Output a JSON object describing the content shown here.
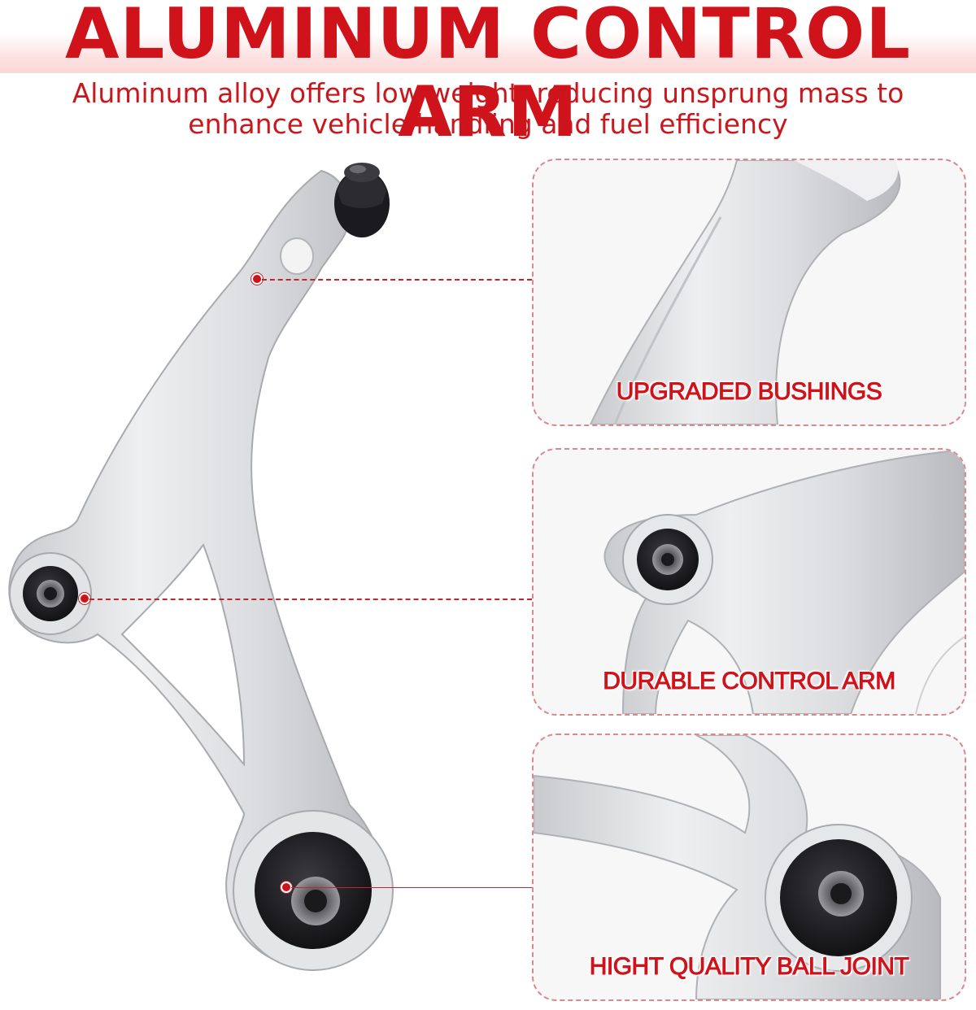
{
  "header": {
    "title": "ALUMINUM CONTROL ARM",
    "subtitle": "Aluminum alloy offers low weight, reducing unsprung mass to enhance vehicle handling and fuel efficiency"
  },
  "callouts": [
    {
      "label": "UPGRADED BUSHINGS"
    },
    {
      "label": "DURABLE CONTROL ARM"
    },
    {
      "label": "HIGHT QUALITY BALL JOINT"
    }
  ],
  "colors": {
    "accent": "#d0121b",
    "metal": "#d9dadc",
    "rubber": "#1b1b1f"
  },
  "icons": [
    "control-arm-illustration",
    "ball-joint-icon",
    "bushing-icon"
  ]
}
